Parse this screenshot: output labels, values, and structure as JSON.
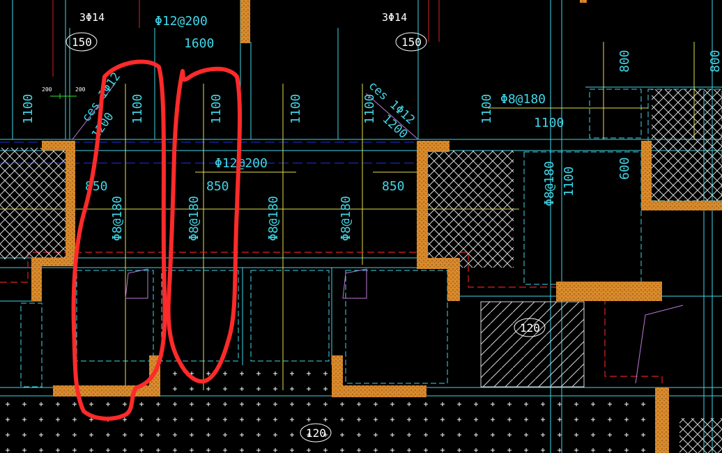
{
  "drawing": {
    "colors": {
      "background": "#000000",
      "wall_fill": "#d98a2b",
      "dim_line": "#3fd7e8",
      "guide_yellow": "#e6e04a",
      "axis_blue": "#1e2be0",
      "red_dashed": "#e02020",
      "markup_red": "#ff2a2a",
      "magenta": "#c07ad9",
      "hatch": "#dddddd"
    },
    "top_rebars": {
      "left": "3Φ14",
      "right": "3Φ14",
      "middle": "Φ12@200"
    },
    "slab_tags": {
      "top_left": "150",
      "top_right": "150",
      "slab_120_mid": "120",
      "slab_120_bottom": "120"
    },
    "dims": {
      "top_1600": "1600",
      "d_1100_a": "1100",
      "d_1100_b": "1100",
      "d_1100_c": "1100",
      "d_1100_d": "1100",
      "d_1100_e": "1100",
      "d_1100_f": "1100",
      "d_1100_h": "1100",
      "d_1100_v": "1100",
      "d_850_a": "850",
      "d_850_b": "850",
      "d_850_c": "850",
      "d_800_a": "800",
      "d_800_b": "800",
      "d_600": "600",
      "d_200_a": "200",
      "d_200_b": "200",
      "d_1200_a": "1200",
      "d_1200_b": "1200"
    },
    "rebars": {
      "diag_left": "ces 1Φ12",
      "diag_right": "ces 1Φ12",
      "mid_span": "Φ12@200",
      "right_top": "Φ8@180",
      "v1": "Φ8@180",
      "v2": "Φ8@180",
      "v3": "Φ8@180",
      "v4": "Φ8@180",
      "v5": "Φ8@180"
    }
  }
}
